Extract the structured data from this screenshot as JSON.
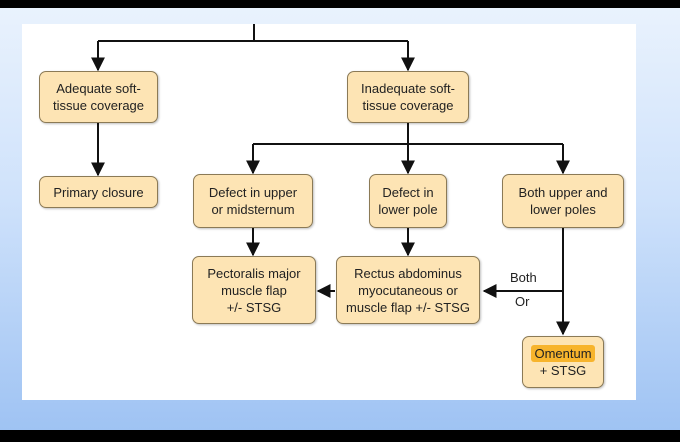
{
  "nodes": {
    "adequate": [
      "Adequate soft-",
      "tissue coverage"
    ],
    "inadequate": [
      "Inadequate soft-",
      "tissue coverage"
    ],
    "primary_closure": [
      "Primary closure"
    ],
    "defect_upper": [
      "Defect in upper",
      "or midsternum"
    ],
    "defect_lower": [
      "Defect in",
      "lower pole"
    ],
    "both_poles": [
      "Both upper and",
      "lower poles"
    ],
    "pectoralis": [
      "Pectoralis major",
      "muscle flap",
      "+/- STSG"
    ],
    "rectus": [
      "Rectus abdominus",
      "myocutaneous or",
      "muscle flap +/- STSG"
    ],
    "omentum": [
      "Omentum",
      "+ STSG"
    ]
  },
  "labels": {
    "both": "Both",
    "or": "Or"
  },
  "colors": {
    "node_fill": "#fde4b4",
    "node_border": "#8b7a56",
    "highlight": "#f7b42c"
  }
}
